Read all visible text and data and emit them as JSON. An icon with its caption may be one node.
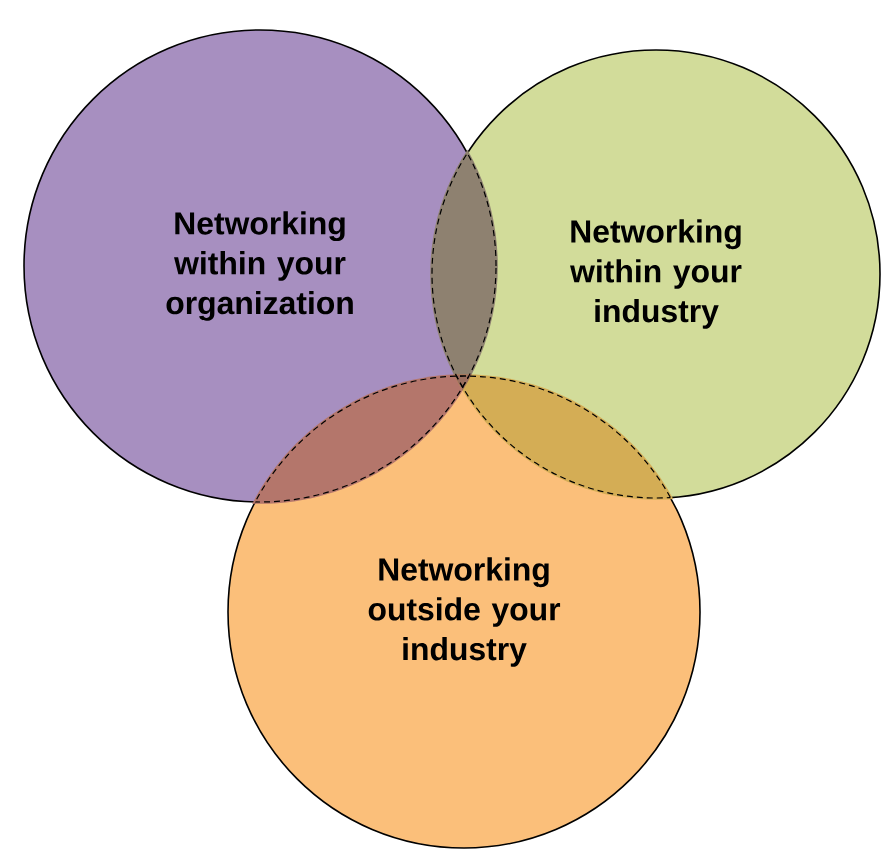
{
  "diagram": {
    "nodes": [
      {
        "text": [
          "Networking within your organization"
        ]
      },
      {
        "text": [
          "Networking within your industry"
        ]
      },
      {
        "text": [
          "Networking outside your industry"
        ]
      }
    ]
  }
}
